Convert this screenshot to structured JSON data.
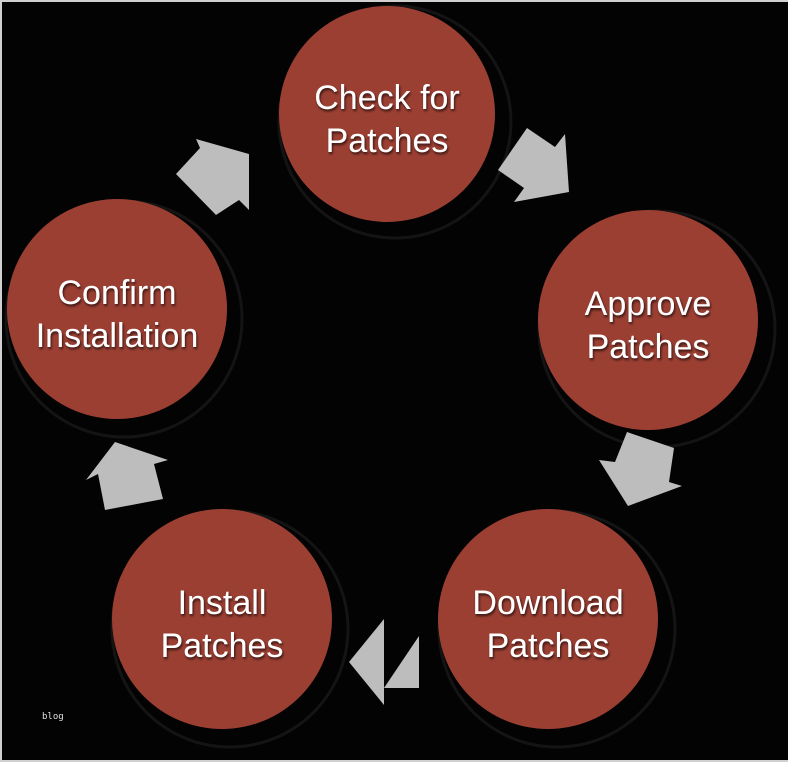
{
  "diagram": {
    "type": "cycle",
    "colors": {
      "node_fill": "#9c3f33",
      "arrow_fill": "#bdbdbd",
      "background": "#030303",
      "text": "#ffffff"
    },
    "nodes": [
      {
        "id": "check",
        "line1": "Check for",
        "line2": "Patches"
      },
      {
        "id": "approve",
        "line1": "Approve",
        "line2": "Patches"
      },
      {
        "id": "download",
        "line1": "Download",
        "line2": "Patches"
      },
      {
        "id": "install",
        "line1": "Install",
        "line2": "Patches"
      },
      {
        "id": "confirm",
        "line1": "Confirm",
        "line2": "Installation"
      }
    ],
    "edges": [
      {
        "from": "check",
        "to": "approve"
      },
      {
        "from": "approve",
        "to": "download"
      },
      {
        "from": "download",
        "to": "install"
      },
      {
        "from": "install",
        "to": "confirm"
      },
      {
        "from": "confirm",
        "to": "check"
      }
    ]
  },
  "watermark": "blog"
}
